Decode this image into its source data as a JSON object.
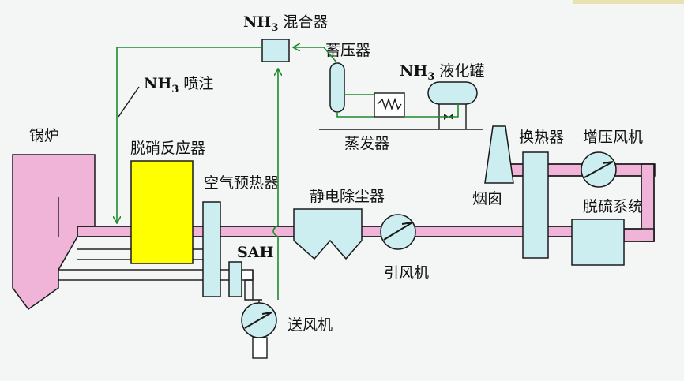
{
  "colors": {
    "background": "#f4f6f5",
    "flue_gas_duct": "#f0b4d8",
    "equipment": "#cdeef0",
    "scr_reactor": "#ffff00",
    "ammonia_line": "#1d8a2c",
    "air_duct": "#ffffff"
  },
  "labels": {
    "boiler": "锅炉",
    "scr_reactor": "脱硝反应器",
    "air_preheater": "空气预热器",
    "nh3_injection": "喷注",
    "nh3_mixer": "混合器",
    "accumulator": "蓄压器",
    "nh3_tank": "液化罐",
    "evaporator": "蒸发器",
    "sah": "SAH",
    "fdf": "送风机",
    "esp": "静电除尘器",
    "idf": "引风机",
    "chimney": "烟囱",
    "ggh": "换热器",
    "booster_fan": "增压风机",
    "fgd": "脱硫系统",
    "nh3_main": "NH",
    "nh3_sub": "3"
  },
  "icons": [
    "fan-icon",
    "valve-icon",
    "coil-icon",
    "arrow-icon"
  ]
}
